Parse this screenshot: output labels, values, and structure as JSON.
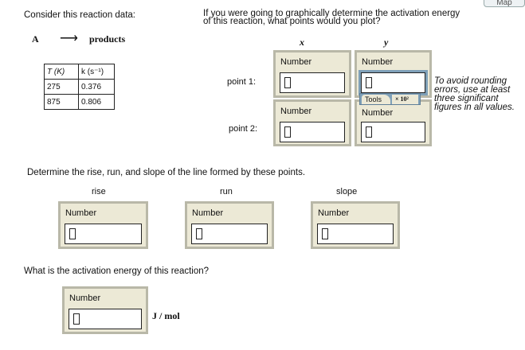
{
  "intro": "Consider this reaction data:",
  "reaction": {
    "reactant": "A",
    "arrow": "⟶",
    "product": "products"
  },
  "table": {
    "headers": [
      "T (K)",
      "k (s⁻¹)"
    ],
    "rows": [
      [
        "275",
        "0.376"
      ],
      [
        "875",
        "0.806"
      ]
    ]
  },
  "question": {
    "line1": "If you were going to graphically determine the activation energy",
    "line2": "of this reaction, what points would you plot?"
  },
  "axes": {
    "x": "x",
    "y": "y"
  },
  "points": [
    {
      "label": "point 1:"
    },
    {
      "label": "point 2:"
    }
  ],
  "number_label": "Number",
  "tools": {
    "tab": "Tools",
    "item": "× 10²"
  },
  "note": "To avoid rounding errors, use at least three significant figures in all values.",
  "map_button": "Map",
  "slope_question": "Determine the rise, run, and slope of the line formed by these points.",
  "slope_labels": [
    "rise",
    "run",
    "slope"
  ],
  "energy_question": "What is the activation energy of this reaction?",
  "energy_unit": "J / mol"
}
